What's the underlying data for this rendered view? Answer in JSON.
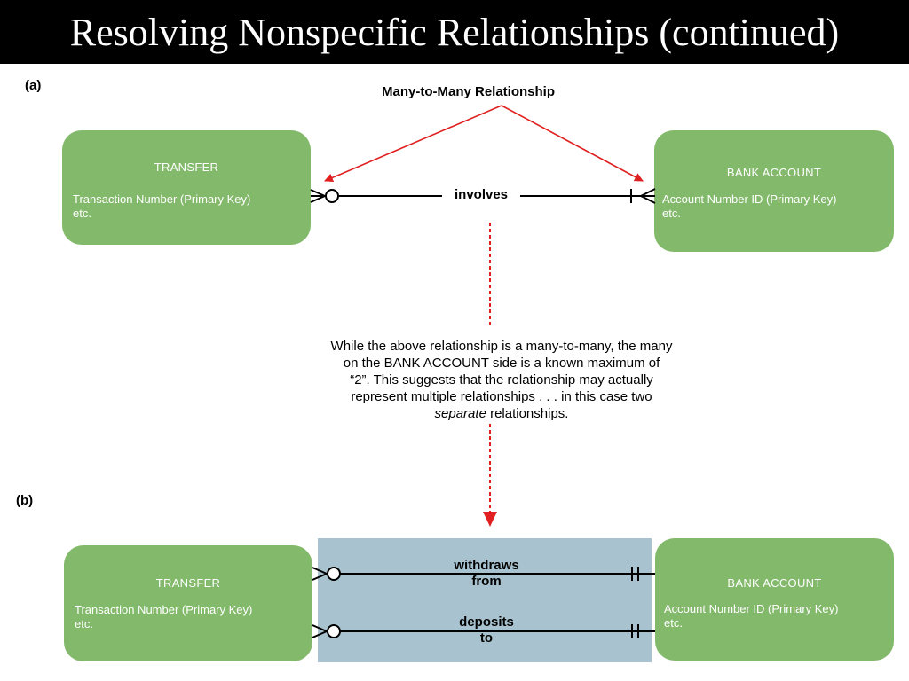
{
  "slide": {
    "title": "Resolving Nonspecific Relationships (continued)"
  },
  "panel_a": {
    "label": "(a)",
    "annotation": "Many-to-Many Relationship",
    "transfer": {
      "name": "TRANSFER",
      "attr1": "Transaction Number (Primary Key)",
      "attr2": "etc."
    },
    "bank_account": {
      "name": "BANK ACCOUNT",
      "attr1": "Account Number ID (Primary Key)",
      "attr2": "etc."
    },
    "relationship": "involves"
  },
  "note": {
    "line1": "While the above relationship is a many-to-many, the many",
    "line2": "on the BANK ACCOUNT side is a known maximum of",
    "line3": "“2”. This suggests that the relationship may actually",
    "line4": "represent multiple relationships . . . in this case two",
    "line5_italic": "separate",
    "line5_rest": " relationships."
  },
  "panel_b": {
    "label": "(b)",
    "transfer": {
      "name": "TRANSFER",
      "attr1": "Transaction Number (Primary Key)",
      "attr2": "etc."
    },
    "bank_account": {
      "name": "BANK ACCOUNT",
      "attr1": "Account Number ID (Primary Key)",
      "attr2": "etc."
    },
    "rel1_line1": "withdraws",
    "rel1_line2": "from",
    "rel2_line1": "deposits",
    "rel2_line2": "to"
  },
  "colors": {
    "entity_fill": "#83b96b",
    "highlight_fill": "#a8c3cf",
    "arrow_red": "#e02020",
    "title_bar": "#000000"
  }
}
